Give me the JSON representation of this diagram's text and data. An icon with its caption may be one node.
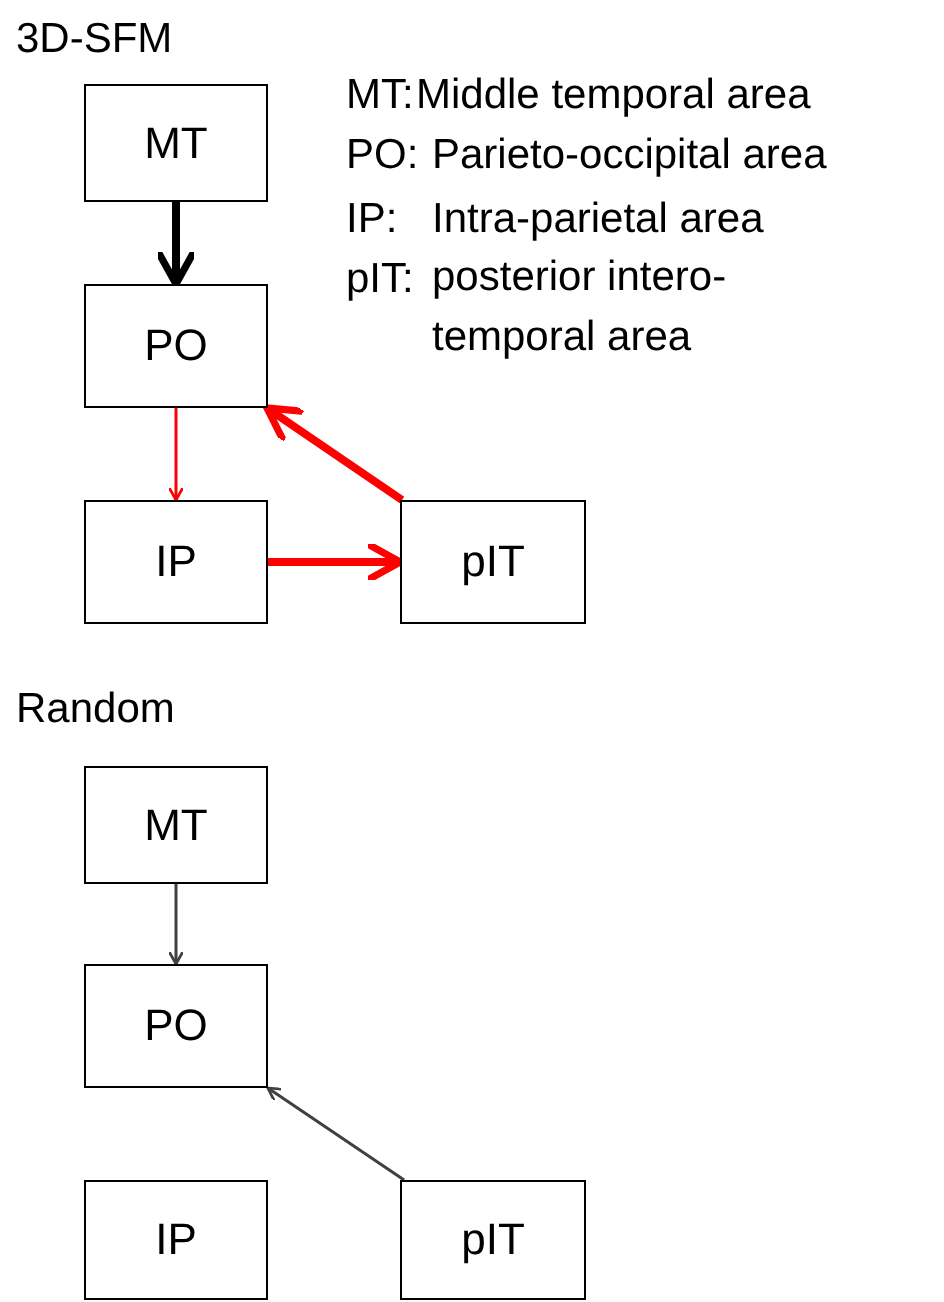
{
  "diagram": {
    "nodes": [
      {
        "text": [
          "MT"
        ]
      },
      {
        "text": [
          "PO"
        ]
      },
      {
        "text": [
          "IP"
        ]
      },
      {
        "text": [
          "pIT"
        ]
      },
      {
        "text": [
          "MT"
        ]
      },
      {
        "text": [
          "PO"
        ]
      },
      {
        "text": [
          "IP"
        ]
      },
      {
        "text": [
          "pIT"
        ]
      }
    ],
    "edges": [
      {
        "from": 0,
        "to": 1,
        "arrow": "to",
        "style": "thick",
        "color": "#000000"
      },
      {
        "from": 1,
        "to": 2,
        "arrow": "to"
      },
      {
        "from": 2,
        "to": 3,
        "arrow": "to",
        "style": "thick"
      },
      {
        "from": 3,
        "to": 1,
        "arrow": "to",
        "style": "thick"
      },
      {
        "from": 4,
        "to": 5,
        "arrow": "to",
        "color": "#404040"
      },
      {
        "from": 7,
        "to": 5,
        "arrow": "to",
        "color": "#404040"
      }
    ],
    "labels": [
      "3D-SFM",
      "MT:",
      "Middle temporal area",
      "PO:",
      "Parieto-occipital area",
      "IP:",
      "Intra-parietal area",
      "pIT:",
      "posterior intero- temporal area",
      "Random"
    ]
  }
}
